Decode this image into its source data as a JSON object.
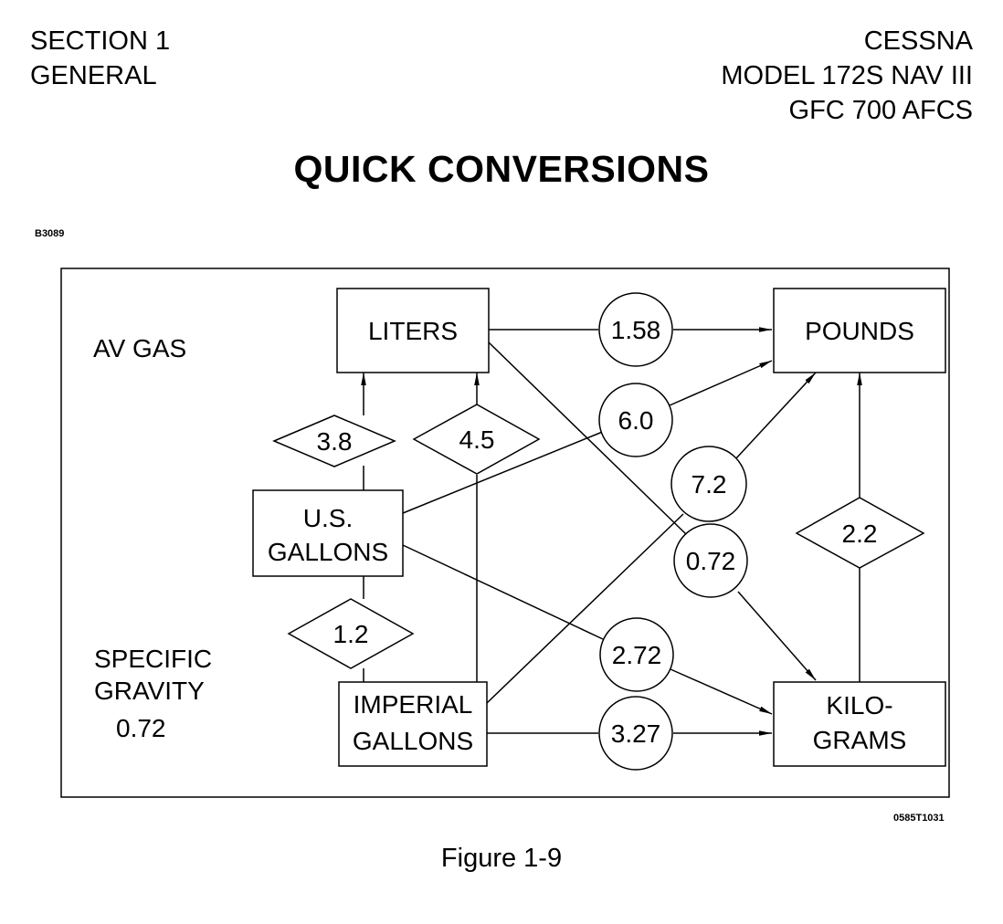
{
  "header": {
    "left_line1": "SECTION 1",
    "left_line2": "GENERAL",
    "right_line1": "CESSNA",
    "right_line2": "MODEL 172S NAV III",
    "right_line3": "GFC 700 AFCS"
  },
  "title": "QUICK CONVERSIONS",
  "figure_code_top": "B3089",
  "figure_code_bottom": "0585T1031",
  "caption": "Figure 1-9",
  "side_labels": {
    "avgas": "AV GAS",
    "specific_line1": "SPECIFIC",
    "specific_line2": "GRAVITY",
    "specific_line3": "0.72"
  },
  "units": {
    "liters": "LITERS",
    "pounds": "POUNDS",
    "us_gallons_line1": "U.S.",
    "us_gallons_line2": "GALLONS",
    "imperial_line1": "IMPERIAL",
    "imperial_line2": "GALLONS",
    "kilograms_line1": "KILO-",
    "kilograms_line2": "GRAMS"
  },
  "factors": {
    "liters_to_pounds": "1.58",
    "usgal_to_pounds": "6.0",
    "impgal_to_pounds": "7.2",
    "liters_to_kg": "0.72",
    "usgal_to_kg": "2.72",
    "impgal_to_kg": "3.27",
    "usgal_to_liters": "3.8",
    "impgal_to_liters": "4.5",
    "impgal_to_usgal": "1.2",
    "kg_to_pounds": "2.2"
  }
}
